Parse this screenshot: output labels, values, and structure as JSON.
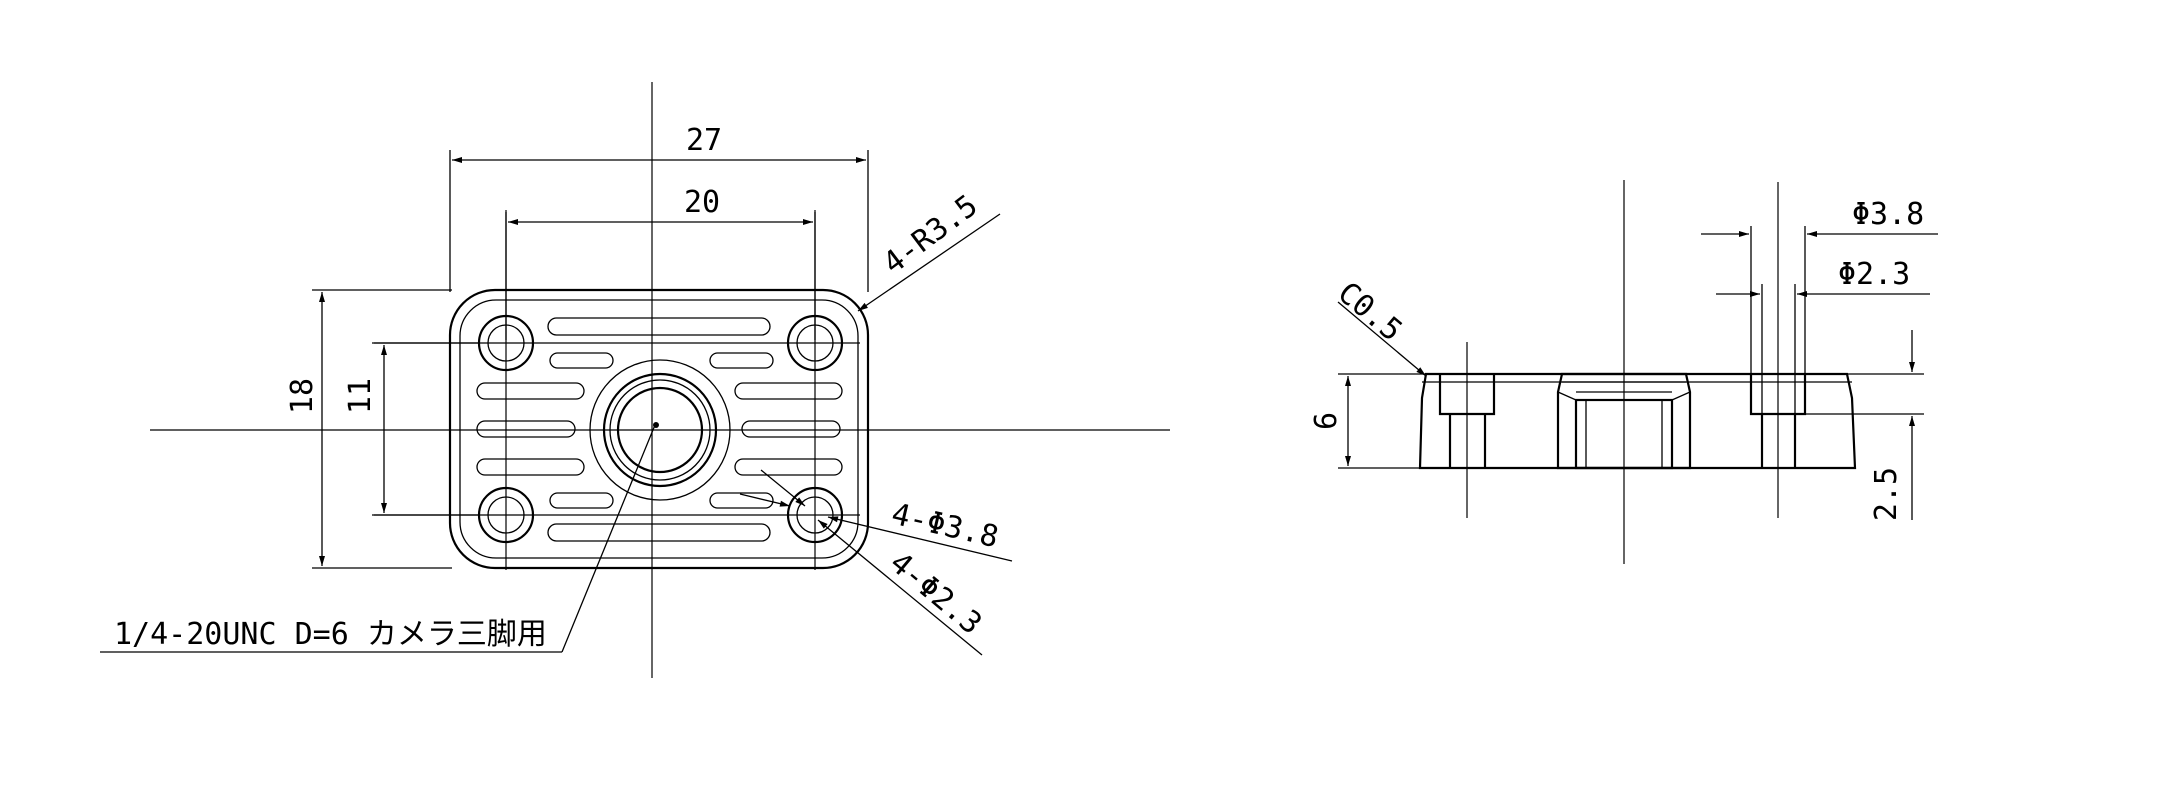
{
  "front_view": {
    "dim_width_outer": "27",
    "dim_width_holes": "20",
    "dim_height_outer": "18",
    "dim_height_holes": "11",
    "corner_radius": "4-R3.5",
    "counterbore_dia": "4-Φ3.8",
    "hole_dia": "4-Φ2.3",
    "tripod_thread": "1/4-20UNC D=6 カメラ三脚用"
  },
  "side_view": {
    "counterbore_dia": "Φ3.8",
    "hole_dia": "Φ2.3",
    "chamfer": "C0.5",
    "thickness": "6",
    "counterbore_depth": "2.5"
  }
}
